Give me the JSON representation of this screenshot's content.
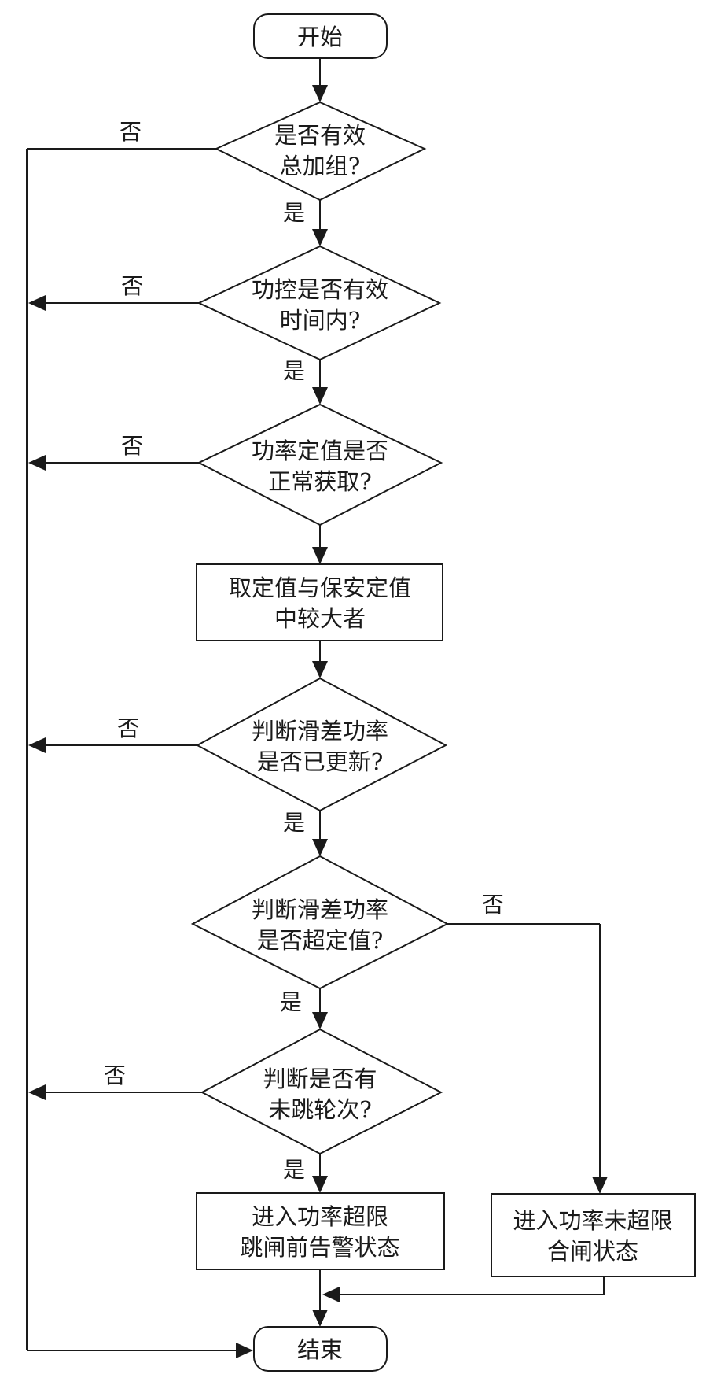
{
  "nodes": {
    "start": [
      "开始"
    ],
    "d1": [
      "是否有效",
      "总加组?"
    ],
    "d2": [
      "功控是否有效",
      "时间内?"
    ],
    "d3": [
      "功率定值是否",
      "正常获取?"
    ],
    "p1": [
      "取定值与保安定值",
      "中较大者"
    ],
    "d4": [
      "判断滑差功率",
      "是否已更新?"
    ],
    "d5": [
      "判断滑差功率",
      "是否超定值?"
    ],
    "d6": [
      "判断是否有",
      "未跳轮次?"
    ],
    "p2": [
      "进入功率超限",
      "跳闸前告警状态"
    ],
    "p3": [
      "进入功率未超限",
      "合闸状态"
    ],
    "end": [
      "结束"
    ]
  },
  "edge_labels": {
    "no_d1": "否",
    "yes_d1": "是",
    "no_d2": "否",
    "yes_d2": "是",
    "no_d3": "否",
    "no_d4": "否",
    "yes_d4": "是",
    "no_d5": "否",
    "yes_d5": "是",
    "no_d6": "否",
    "yes_d6": "是"
  }
}
